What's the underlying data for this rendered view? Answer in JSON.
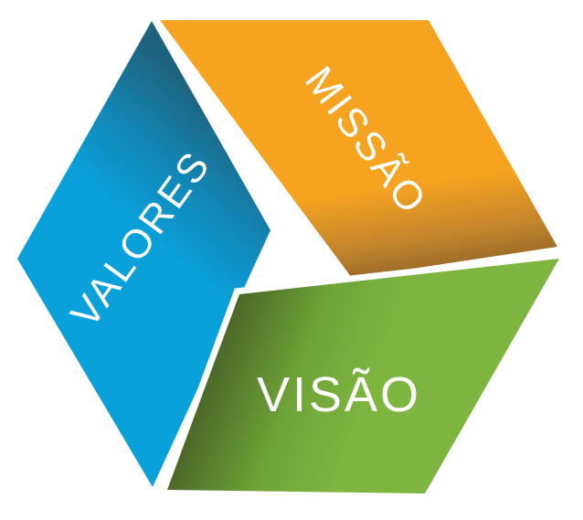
{
  "diagram": {
    "description": "Mission, vision and values folded ribbon triangle diagram",
    "background": "#FFFFFF",
    "outline_color": "#FFFFFF",
    "text_color": "#FFFFFF",
    "panels": {
      "missao": {
        "label": "MISSÃO",
        "color": "#F6A31F",
        "color_mid": "#C1832D",
        "color_dark": "#8E6425"
      },
      "visao": {
        "label": "VISÃO",
        "color": "#7DB53F",
        "color_mid": "#6FA437",
        "color_dark": "#4C6828"
      },
      "valores": {
        "label": "VALORES",
        "color": "#0AA0DA",
        "color_mid": "#1286B5",
        "color_dark": "#1E637E"
      }
    }
  }
}
